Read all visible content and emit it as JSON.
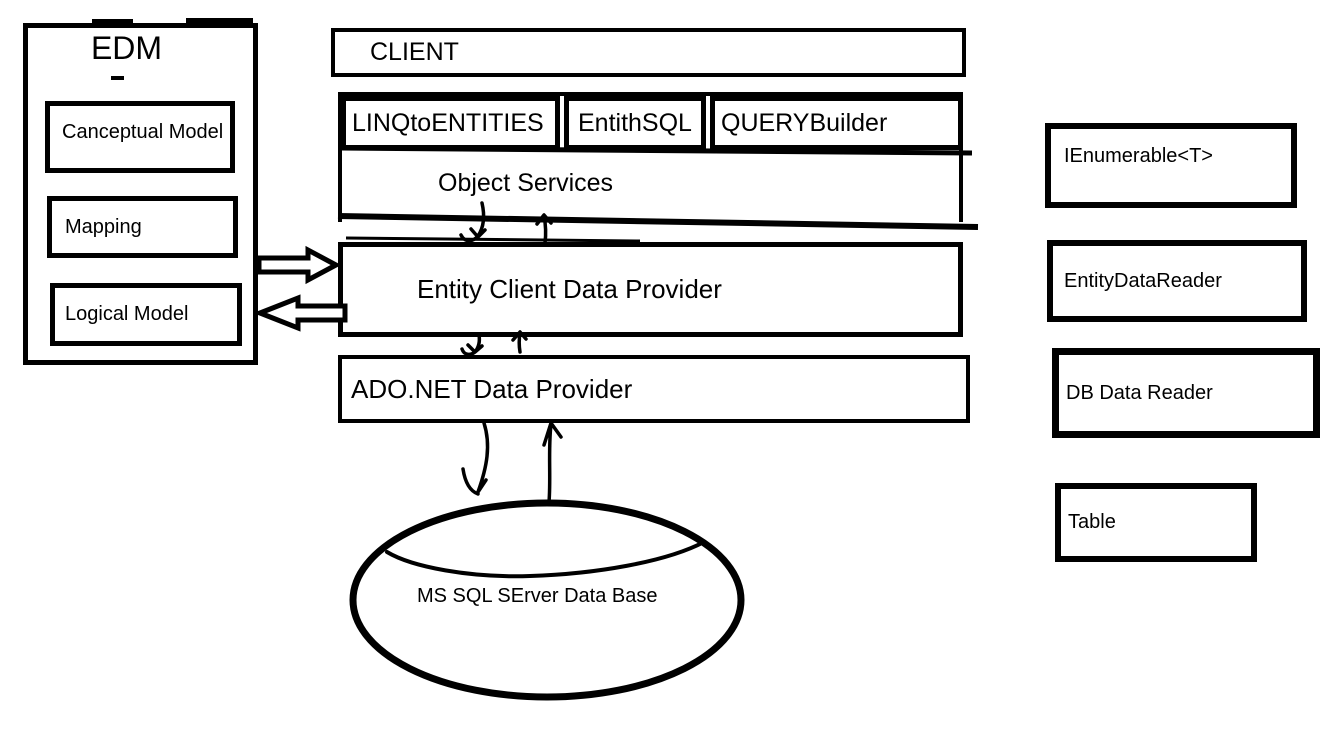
{
  "colors": {
    "ink": "#000000",
    "background": "#ffffff"
  },
  "edm": {
    "title": "EDM",
    "items": [
      {
        "label": "Canceptual Model"
      },
      {
        "label": "Mapping"
      },
      {
        "label": "Logical Model"
      }
    ]
  },
  "client": {
    "label": "CLIENT"
  },
  "query_layer": {
    "boxes": [
      {
        "label": "LINQtoENTITIES"
      },
      {
        "label": "EntithSQL"
      },
      {
        "label": "QUERYBuilder"
      }
    ]
  },
  "object_services": {
    "label": "Object Services"
  },
  "entity_client": {
    "label": "Entity Client Data Provider"
  },
  "ado_net": {
    "label": "ADO.NET Data Provider"
  },
  "database": {
    "label": "MS SQL SErver Data Base"
  },
  "outputs": [
    {
      "label": "IEnumerable<T>"
    },
    {
      "label": "EntityDataReader"
    },
    {
      "label": "DB Data Reader"
    },
    {
      "label": "Table"
    }
  ]
}
